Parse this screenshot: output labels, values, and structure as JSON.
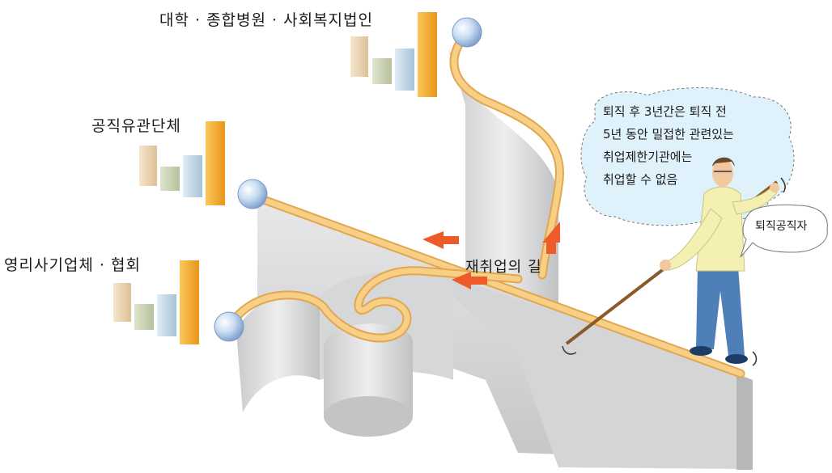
{
  "labels": {
    "top": "대학 · 종합병원 · 사회복지법인",
    "middle": "공직유관단체",
    "bottom": "영리사기업체 · 협회",
    "path": "재취업의 길"
  },
  "speech_bubble": {
    "lines": [
      "퇴직 후 3년간은 퇴직 전",
      "5년 동안 밀접한 관련있는",
      "취업제한기관에는",
      "취업할 수 없음"
    ]
  },
  "person_bubble": "퇴직공직자",
  "colors": {
    "path": "#f6c77a",
    "path_edge": "#e3a64e",
    "wall": "#d9dadb",
    "wall_dark": "#b9bbbd",
    "arrow": "#ee5a2a",
    "bubble": "#dff1fa",
    "bar_orange": "#f4a82b",
    "bar_blue": "#b8d3e6",
    "bar_green": "#c9d4b2",
    "bar_tan": "#ead3b0"
  }
}
